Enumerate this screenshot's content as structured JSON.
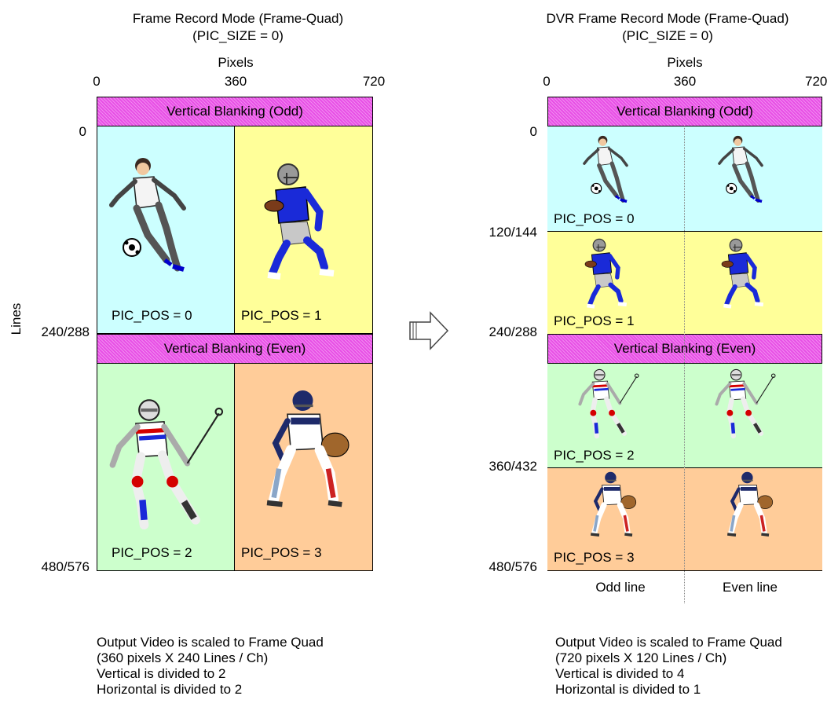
{
  "left": {
    "title": "Frame Record Mode (Frame-Quad)",
    "subtitle": "(PIC_SIZE = 0)",
    "x_axis_title": "Pixels",
    "x_ticks": [
      "0",
      "360",
      "720"
    ],
    "y_axis_title": "Lines",
    "y_ticks": [
      "0",
      "240/288",
      "480/576"
    ],
    "blank_odd": "Vertical Blanking (Odd)",
    "blank_even": "Vertical Blanking (Even)",
    "quadrants": [
      {
        "label": "PIC_POS = 0",
        "color": "#ccffff",
        "figure": "soccer-player"
      },
      {
        "label": "PIC_POS = 1",
        "color": "#ffff99",
        "figure": "football-player"
      },
      {
        "label": "PIC_POS = 2",
        "color": "#ccffcc",
        "figure": "fencer"
      },
      {
        "label": "PIC_POS = 3",
        "color": "#ffcc99",
        "figure": "baseball-catcher"
      }
    ],
    "notes": [
      "Output Video is scaled to Frame Quad",
      "(360 pixels X 240 Lines / Ch)",
      "Vertical is divided to 2",
      "Horizontal is divided to 2"
    ]
  },
  "right": {
    "title": "DVR Frame Record Mode (Frame-Quad)",
    "subtitle": "(PIC_SIZE = 0)",
    "x_axis_title": "Pixels",
    "x_ticks": [
      "0",
      "360",
      "720"
    ],
    "y_ticks": [
      "0",
      "120/144",
      "240/288",
      "360/432",
      "480/576"
    ],
    "blank_odd": "Vertical Blanking (Odd)",
    "blank_even": "Vertical Blanking (Even)",
    "bands": [
      {
        "label": "PIC_POS = 0",
        "color": "#ccffff",
        "figure": "soccer-player"
      },
      {
        "label": "PIC_POS = 1",
        "color": "#ffff99",
        "figure": "football-player"
      },
      {
        "label": "PIC_POS = 2",
        "color": "#ccffcc",
        "figure": "fencer"
      },
      {
        "label": "PIC_POS = 3",
        "color": "#ffcc99",
        "figure": "baseball-catcher"
      }
    ],
    "column_labels": [
      "Odd line",
      "Even line"
    ],
    "notes": [
      "Output Video is scaled to Frame Quad",
      "(720 pixels X 120 Lines / Ch)",
      "Vertical is divided to 4",
      "Horizontal is divided to 1"
    ]
  },
  "arrow_icon": "right-arrow-icon"
}
